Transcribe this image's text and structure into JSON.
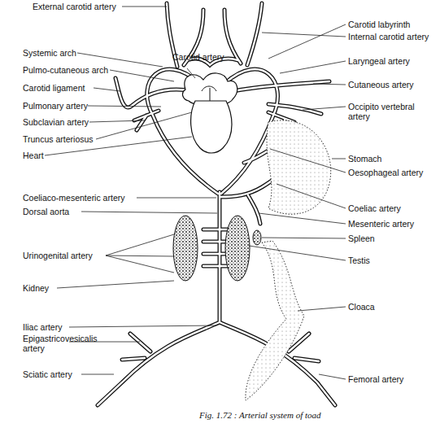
{
  "diagram": {
    "caption": "Fig. 1.72 : Arterial system of toad",
    "labels": [
      "External carotid artery",
      "Systemic arch",
      "Pulmo-cutaneous arch",
      "Carotid ligament",
      "Pulmonary artery",
      "Subclavian artery",
      "Truncus arteriosus",
      "Heart",
      "Coeliaco-mesenteric artery",
      "Dorsal aorta",
      "Urinogenital artery",
      "Kidney",
      "Iliac artery",
      "Epigastricovesicalis artery",
      "Sciatic artery",
      "Carotid artery",
      "Carotid labyrinth",
      "Internal carotid artery",
      "Laryngeal artery",
      "Cutaneous artery",
      "Occipito vertebral artery",
      "Stomach",
      "Oesophageal artery",
      "Coeliac artery",
      "Mesenteric artery",
      "Spleen",
      "Testis",
      "Cloaca",
      "Femoral artery"
    ]
  }
}
